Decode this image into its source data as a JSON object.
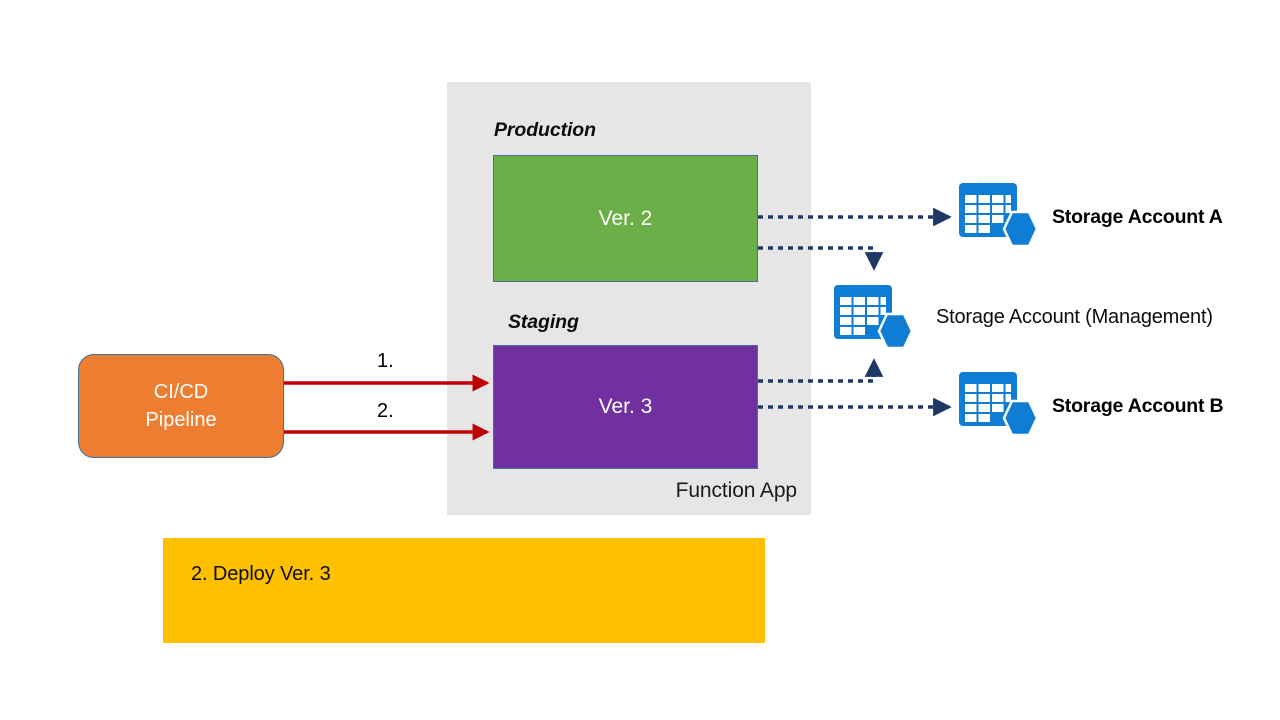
{
  "diagram": {
    "title": "Azure Function App deployment slots with storage accounts",
    "colors": {
      "production_slot": "#6CAE47",
      "staging_slot": "#7030A0",
      "pipeline": "#ED7D31",
      "container": "#E6E6E6",
      "note_banner": "#FFC000",
      "solid_arrow": "#C00000",
      "dotted_arrow": "#1F3864",
      "icon_blue": "#0F7DD4",
      "box_border": "#41719C"
    }
  },
  "function_app": {
    "label": "Function App",
    "production": {
      "heading": "Production",
      "box_label": "Ver. 2"
    },
    "staging": {
      "heading": "Staging",
      "box_label": "Ver. 3"
    }
  },
  "pipeline": {
    "line1": "CI/CD",
    "line2": "Pipeline"
  },
  "steps": [
    {
      "id": "step-1",
      "label": "1."
    },
    {
      "id": "step-2",
      "label": "2."
    }
  ],
  "note": {
    "text": "2. Deploy Ver. 3"
  },
  "storage_accounts": [
    {
      "id": "storage-a",
      "label": "Storage Account A",
      "icon": "storage-account-icon",
      "emphasis": "bold"
    },
    {
      "id": "storage-management",
      "label": "Storage Account (Management)",
      "icon": "storage-account-icon",
      "emphasis": "normal"
    },
    {
      "id": "storage-b",
      "label": "Storage Account B",
      "icon": "storage-account-icon",
      "emphasis": "bold"
    }
  ],
  "connectors": [
    {
      "id": "pipeline-to-staging-1",
      "style": "solid",
      "color": "#C00000"
    },
    {
      "id": "pipeline-to-staging-2",
      "style": "solid",
      "color": "#C00000"
    },
    {
      "id": "production-to-storage-a",
      "style": "dotted",
      "color": "#1F3864"
    },
    {
      "id": "production-to-storage-management",
      "style": "dotted",
      "color": "#1F3864"
    },
    {
      "id": "staging-to-storage-management",
      "style": "dotted",
      "color": "#1F3864"
    },
    {
      "id": "staging-to-storage-b",
      "style": "dotted",
      "color": "#1F3864"
    }
  ]
}
